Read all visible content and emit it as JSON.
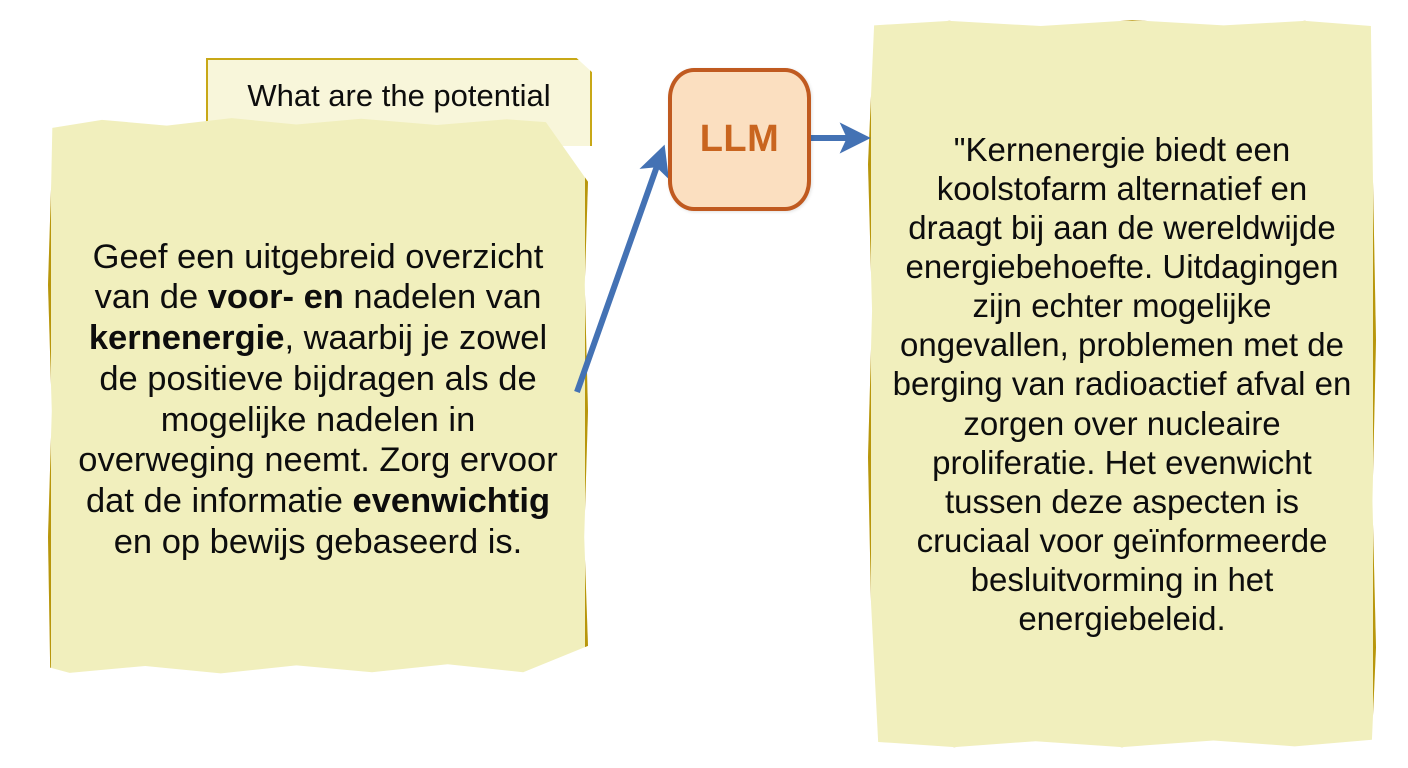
{
  "diagram": {
    "title_implicit": "LLM prompt and response flow",
    "colors": {
      "note_fill": "#f1efbd",
      "note_border": "#b8960c",
      "ghost_note_fill": "#f8f6da",
      "ghost_note_border": "#c8a817",
      "llm_fill": "#fbdfc0",
      "llm_border": "#c05a20",
      "llm_text": "#c9651f",
      "arrow": "#4472b4",
      "background": "#ffffff",
      "text": "#0d0d0d"
    }
  },
  "ghost_note": {
    "line1": "What are the potential",
    "line2_occluded": ""
  },
  "prompt_note": {
    "segments": [
      {
        "text": "Geef een uitgebreid overzicht van de ",
        "bold": false
      },
      {
        "text": "voor- en",
        "bold": true
      },
      {
        "text": " nadelen van ",
        "bold": false
      },
      {
        "text": "kernenergie",
        "bold": true
      },
      {
        "text": ", waarbij je zowel de positieve bijdragen als de mogelijke nadelen in overweging neemt. Zorg ervoor dat de informatie ",
        "bold": false
      },
      {
        "text": "evenwichtig",
        "bold": true
      },
      {
        "text": " en op bewijs gebaseerd is.",
        "bold": false
      }
    ],
    "plain_text": "Geef een uitgebreid overzicht van de voor- en nadelen van kernenergie, waarbij je zowel de positieve bijdragen als de mogelijke nadelen in overweging neemt. Zorg ervoor dat de informatie evenwichtig en op bewijs gebaseerd is."
  },
  "llm": {
    "label": "LLM"
  },
  "response_note": {
    "text": "\"Kernenergie biedt een koolstofarm alternatief en draagt bij aan de wereldwijde energiebehoefte. Uitdagingen zijn echter mogelijke ongevallen, problemen met de berging van radioactief afval en zorgen over nucleaire proliferatie. Het evenwicht tussen deze aspecten is cruciaal voor geïnformeerde besluitvorming in het energiebeleid."
  },
  "arrows": {
    "prompt_to_llm": "arrow pointing from prompt note up-right into LLM box",
    "llm_to_response": "arrow pointing from LLM box right into response note"
  }
}
